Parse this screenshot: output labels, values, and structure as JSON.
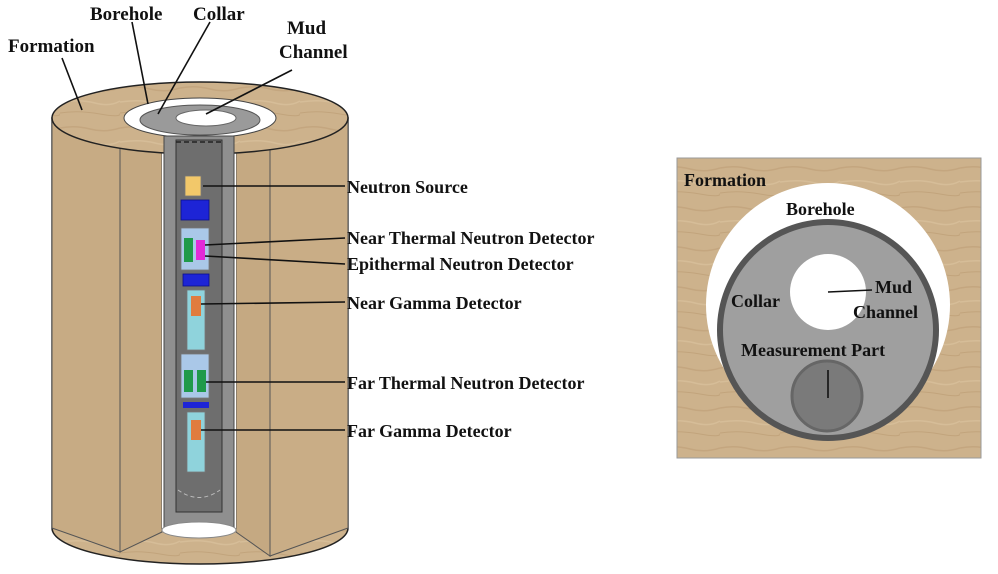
{
  "left_view": {
    "labels": {
      "formation": "Formation",
      "borehole": "Borehole",
      "collar": "Collar",
      "mud_channel_line1": "Mud",
      "mud_channel_line2": "Channel",
      "neutron_source": "Neutron Source",
      "near_thermal": "Near Thermal Neutron Detector",
      "epithermal": "Epithermal Neutron Detector",
      "near_gamma": "Near Gamma Detector",
      "far_thermal": "Far Thermal Neutron Detector",
      "far_gamma": "Far Gamma Detector"
    }
  },
  "right_view": {
    "labels": {
      "formation": "Formation",
      "borehole": "Borehole",
      "collar": "Collar",
      "mud_line1": "Mud",
      "mud_line2": "Channel",
      "measurement_part": "Measurement Part"
    }
  },
  "colors": {
    "formation_wood": "#cdb28c",
    "borehole": "#ffffff",
    "collar": "#9a9a9a",
    "neutron_source": "#f2c86a",
    "shield_blue": "#1d24d6",
    "thermal_detector": "#1f9a4a",
    "epithermal_detector": "#e22ad8",
    "gamma_crystal": "#e07c3e",
    "detector_housing": "#8fd3dc"
  }
}
